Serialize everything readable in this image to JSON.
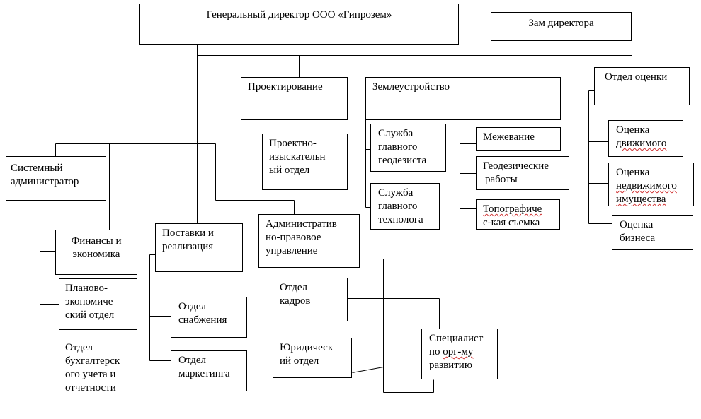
{
  "colors": {
    "line": "#000000",
    "box_border": "#000000",
    "spellcheck": "#d03030"
  },
  "nodes": {
    "gen_director": "Генеральный директор ООО «Гипрозем»",
    "deputy_director": "Зам директора",
    "design": "Проектирование",
    "land_management": "Землеустройство",
    "valuation_dept": "Отдел оценки",
    "survey_dept": "Проектно-\nизыскательн\nый отдел",
    "chief_geodesist": "Служба\nглавного\nгеодезиста",
    "chief_technologist": "Служба\nглавного\nтехнолога",
    "boundary_survey": "Межевание",
    "geodetic_works_1": "Геодезические",
    "geodetic_works_2": "работы",
    "topo_survey_1": "Топографиче",
    "topo_survey_2": "с-кая съемка",
    "movable_1": "Оценка",
    "movable_2": "движимого",
    "immovable_1": "Оценка",
    "immovable_2": "недвижимого",
    "immovable_3": "имущества",
    "business_val": "Оценка\nбизнеса",
    "sysadmin": "Системный\nадминистратор",
    "finance": "Финансы и\nэкономика",
    "supply_sales": "Поставки и\nреализация",
    "admin_legal": "Административ\nно-правовое\nуправление",
    "planning_econ": "Планово-\nэкономиче\nский отдел",
    "accounting": "Отдел\nбухгалтерск\nого учета и\nотчетности",
    "procurement": "Отдел\nснабжения",
    "marketing": "Отдел\nмаркетинга",
    "hr": "Отдел\nкадров",
    "legal": "Юридическ\nий отдел",
    "org_dev_1": "Специалист",
    "org_dev_2": "по орг-му",
    "org_dev_3": "развитию"
  }
}
